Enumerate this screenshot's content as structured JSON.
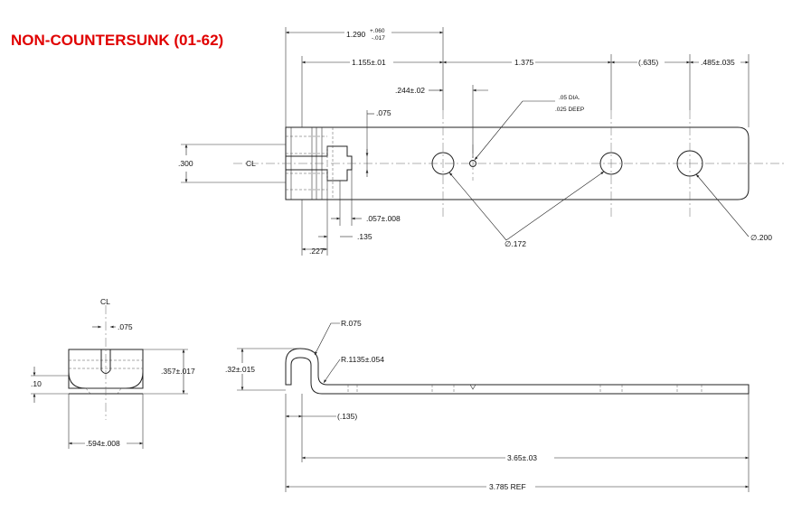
{
  "title": "NON-COUNTERSUNK (01-62)",
  "top_view": {
    "overall_len": "1.290",
    "overall_tol_plus": "+.060",
    "overall_tol_minus": "-.017",
    "hole1_pos": "1.155±.01",
    "hole_spacing": "1.375",
    "ref_spacing": "(.635)",
    "end_dist": ".485±.035",
    "small_hole_pos": ".244±.02",
    "small_hole_note_1": ".05 DIA.",
    "small_hole_note_2": ".025 DEEP",
    "slot_width": ".075",
    "height": ".300",
    "cl_symbol": "CL",
    "slot_depth": ".057±.008",
    "slot_to_hinge": ".135",
    "hinge_width": ".227",
    "hole_dia_1": "∅.172",
    "hole_dia_2": "∅.200"
  },
  "end_view": {
    "cl_symbol": "CL",
    "slot_width": ".075",
    "height": ".357±.017",
    "thickness": ".10",
    "width": ".594±.008"
  },
  "side_view": {
    "hook_height": ".32±.015",
    "inner_radius": "R.075",
    "outer_radius": "R.1135±.054",
    "hook_offset": "(.135)",
    "flat_length": "3.65±.03",
    "total_ref": "3.785 REF"
  }
}
